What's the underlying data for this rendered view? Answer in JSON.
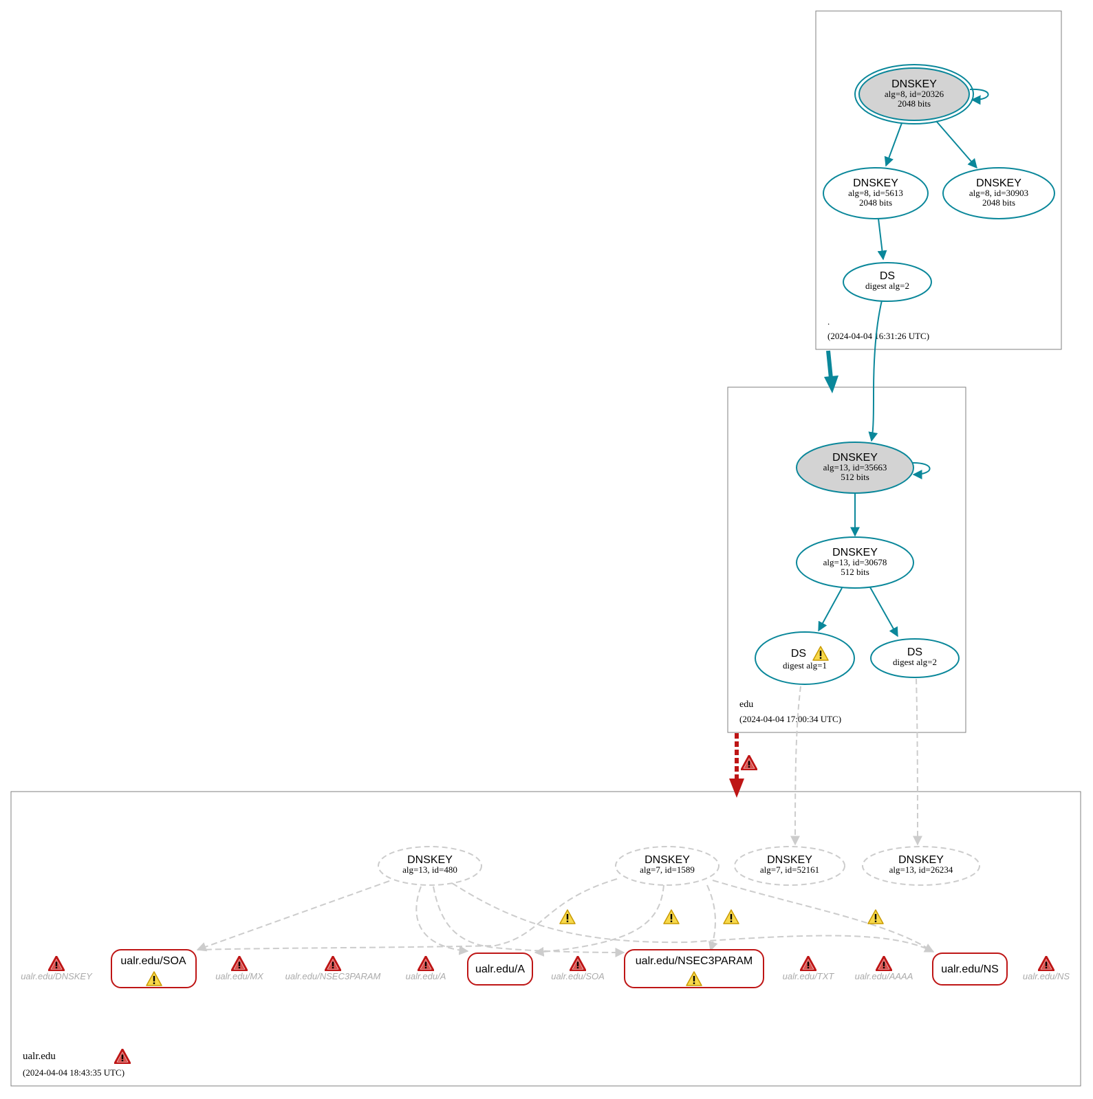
{
  "colors": {
    "secure": "#0a879a",
    "insecure": "#cccccc",
    "error": "#be1515",
    "warning": "#f4b400",
    "ksk_fill": "#d3d3d3",
    "zone_border": "#7f7f7f"
  },
  "zones": {
    "root": {
      "name": ".",
      "timestamp": "(2024-04-04 16:31:26 UTC)"
    },
    "edu": {
      "name": "edu",
      "timestamp": "(2024-04-04 17:00:34 UTC)"
    },
    "ualr": {
      "name": "ualr.edu",
      "timestamp": "(2024-04-04 18:43:35 UTC)",
      "icon": "error-icon"
    }
  },
  "nodes": {
    "root_ksk": {
      "title": "DNSKEY",
      "line1": "alg=8, id=20326",
      "line2": "2048 bits"
    },
    "root_zsk1": {
      "title": "DNSKEY",
      "line1": "alg=8, id=5613",
      "line2": "2048 bits"
    },
    "root_zsk2": {
      "title": "DNSKEY",
      "line1": "alg=8, id=30903",
      "line2": "2048 bits"
    },
    "root_ds": {
      "title": "DS",
      "line1": "digest alg=2"
    },
    "edu_ksk": {
      "title": "DNSKEY",
      "line1": "alg=13, id=35663",
      "line2": "512 bits"
    },
    "edu_zsk": {
      "title": "DNSKEY",
      "line1": "alg=13, id=30678",
      "line2": "512 bits"
    },
    "edu_ds1": {
      "title": "DS",
      "line1": "digest alg=1",
      "icon": "warning-icon"
    },
    "edu_ds2": {
      "title": "DS",
      "line1": "digest alg=2"
    },
    "ualr_key480": {
      "title": "DNSKEY",
      "line1": "alg=13, id=480"
    },
    "ualr_key1589": {
      "title": "DNSKEY",
      "line1": "alg=7, id=1589"
    },
    "ualr_key52161": {
      "title": "DNSKEY",
      "line1": "alg=7, id=52161"
    },
    "ualr_key26234": {
      "title": "DNSKEY",
      "line1": "alg=13, id=26234"
    }
  },
  "rrsets": {
    "soa": {
      "label": "ualr.edu/SOA",
      "icon": "warning-icon"
    },
    "a": {
      "label": "ualr.edu/A"
    },
    "nsec3param": {
      "label": "ualr.edu/NSEC3PARAM",
      "icon": "warning-icon"
    },
    "ns": {
      "label": "ualr.edu/NS"
    }
  },
  "missing_rrsets": [
    {
      "label": "ualr.edu/DNSKEY",
      "icon": "error-icon"
    },
    {
      "label": "ualr.edu/MX",
      "icon": "error-icon"
    },
    {
      "label": "ualr.edu/NSEC3PARAM",
      "icon": "error-icon"
    },
    {
      "label": "ualr.edu/A",
      "icon": "error-icon"
    },
    {
      "label": "ualr.edu/SOA",
      "icon": "error-icon"
    },
    {
      "label": "ualr.edu/TXT",
      "icon": "error-icon"
    },
    {
      "label": "ualr.edu/AAAA",
      "icon": "error-icon"
    },
    {
      "label": "ualr.edu/NS",
      "icon": "error-icon"
    }
  ]
}
